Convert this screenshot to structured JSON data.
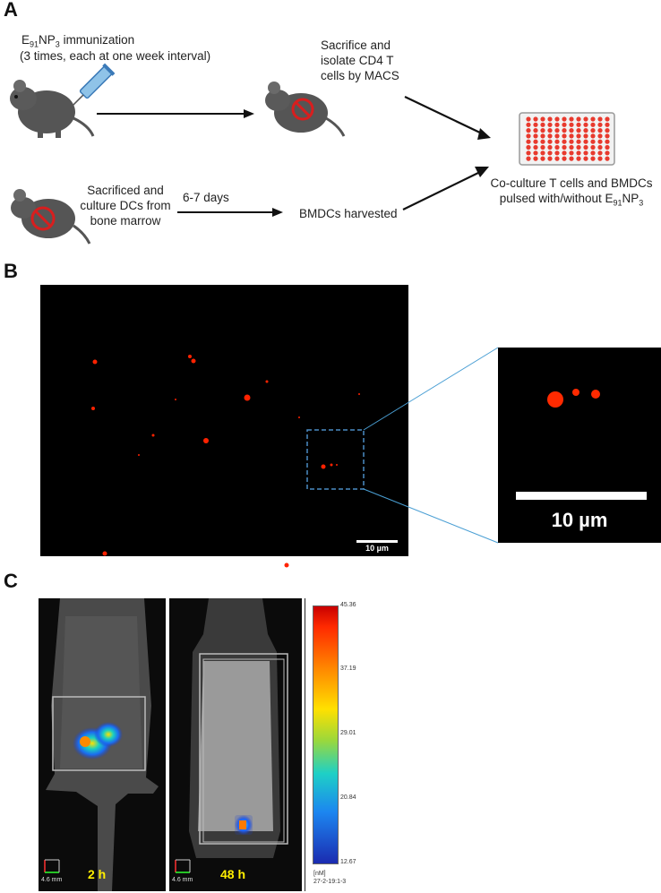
{
  "panels": {
    "a": "A",
    "b": "B",
    "c": "C"
  },
  "panel_a": {
    "immunization": {
      "pre": "E",
      "sub1": "91",
      "mid": "NP",
      "sub2": "3",
      "post": " immunization"
    },
    "schedule": "(3 times, each at one week interval)",
    "isolate": [
      "Sacrifice and",
      "isolate CD4 T",
      "cells by MACS"
    ],
    "bm": [
      "Sacrificed and",
      "culture DCs from",
      "bone marrow"
    ],
    "duration": "6-7 days",
    "harvested": "BMDCs harvested",
    "coculture_1": "Co-culture T cells and BMDCs",
    "coculture_2": {
      "pre": "pulsed with/without E",
      "sub1": "91",
      "mid": "NP",
      "sub2": "3"
    }
  },
  "panel_b": {
    "scalebar_small": "10 µm",
    "scalebar_large": "10 µm",
    "colors": {
      "particle": "#ff2200",
      "inset_border": "#4a8cc4",
      "connector": "#4a9fd4"
    }
  },
  "panel_c": {
    "time_left": "2 h",
    "time_right": "48 h",
    "scale_left": "4.6 mm",
    "scale_right": "4.6 mm",
    "colorbar_ticks": [
      "45.36",
      "37.19",
      "29.01",
      "20.84",
      "12.67"
    ],
    "colorbar_unit": "[nM]",
    "colorbar_id": "27-2-19:1-3",
    "colors": {
      "time_label": "#ffee00"
    }
  }
}
